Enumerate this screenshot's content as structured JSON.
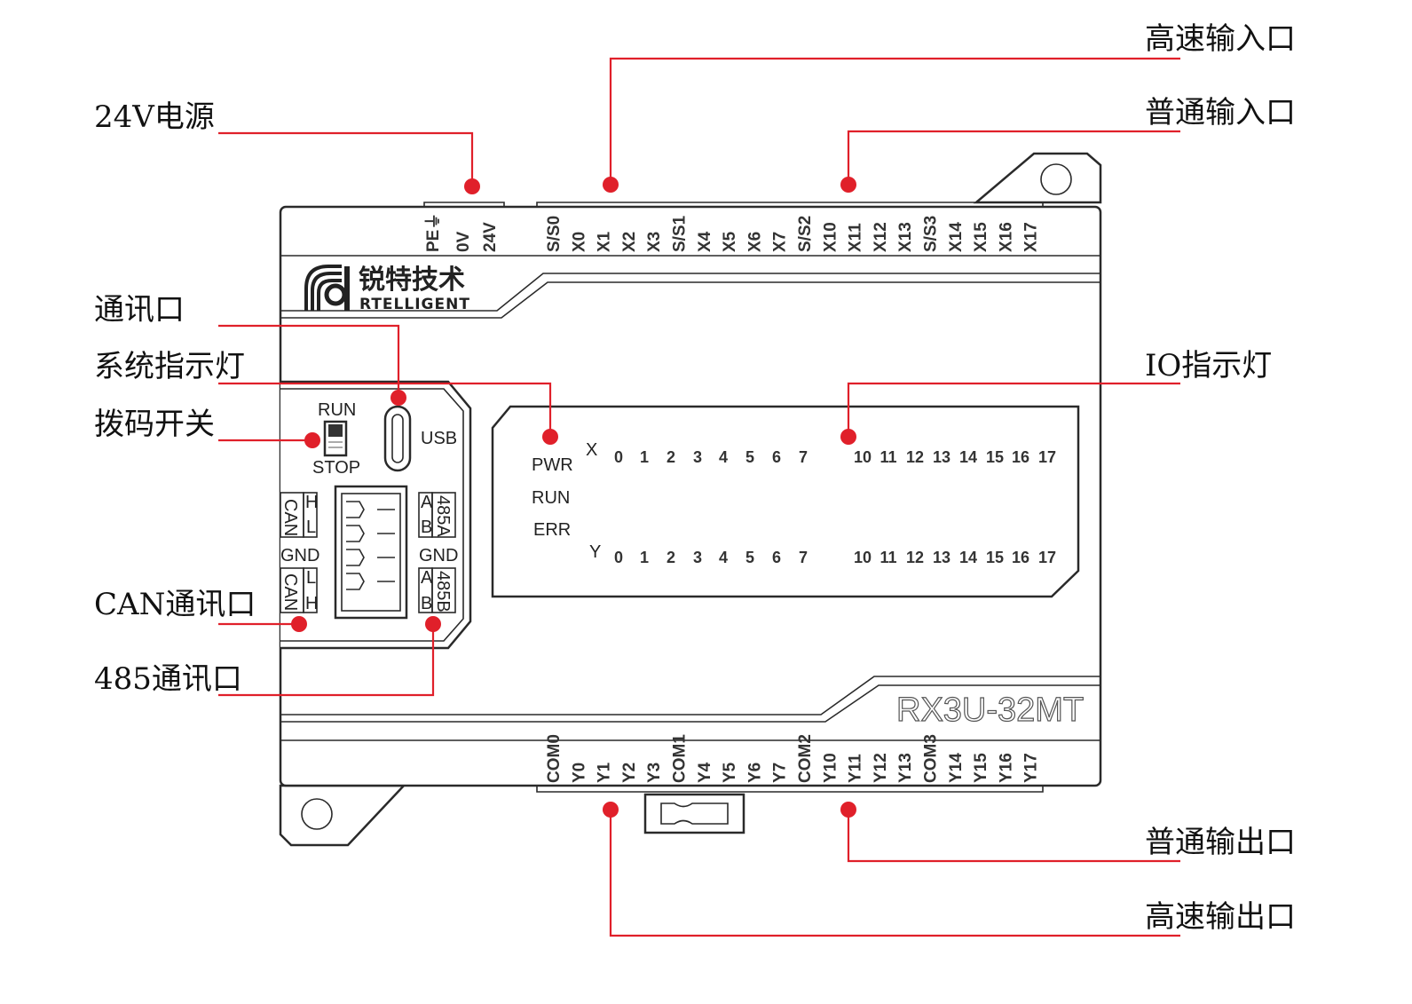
{
  "callouts": {
    "power": "24V电源",
    "comm_port": "通讯口",
    "sys_led": "系统指示灯",
    "dip_switch": "拨码开关",
    "can_port": "CAN通讯口",
    "rs485_port": "485通讯口",
    "hs_input": "高速输入口",
    "normal_input": "普通输入口",
    "io_led": "IO指示灯",
    "normal_output": "普通输出口",
    "hs_output": "高速输出口"
  },
  "power_terminals": [
    "PE⏚",
    "0V",
    "24V"
  ],
  "input_terminals": [
    "S/S0",
    "X0",
    "X1",
    "X2",
    "X3",
    "S/S1",
    "X4",
    "X5",
    "X6",
    "X7",
    "S/S2",
    "X10",
    "X11",
    "X12",
    "X13",
    "S/S3",
    "X14",
    "X15",
    "X16",
    "X17"
  ],
  "output_terminals": [
    "COM0",
    "Y0",
    "Y1",
    "Y2",
    "Y3",
    "COM1",
    "Y4",
    "Y5",
    "Y6",
    "Y7",
    "COM2",
    "Y10",
    "Y11",
    "Y12",
    "Y13",
    "COM3",
    "Y14",
    "Y15",
    "Y16",
    "Y17"
  ],
  "logo": {
    "cn": "锐特技术",
    "en": "RTELLIGENT"
  },
  "switch": {
    "run": "RUN",
    "stop": "STOP"
  },
  "usb_label": "USB",
  "can_labels": {
    "can": "CAN",
    "h": "H",
    "l": "L",
    "gnd": "GND"
  },
  "rs485_labels": {
    "a": "A",
    "b": "B",
    "port_a": "485A",
    "port_b": "485B",
    "gnd": "GND"
  },
  "led_panel": {
    "status": [
      "PWR",
      "RUN",
      "ERR"
    ],
    "x_label": "X",
    "y_label": "Y",
    "numbers": [
      "0",
      "1",
      "2",
      "3",
      "4",
      "5",
      "6",
      "7",
      "10",
      "11",
      "12",
      "13",
      "14",
      "15",
      "16",
      "17"
    ]
  },
  "model": "RX3U-32MT",
  "colors": {
    "accent": "#e0202a",
    "outline": "#2a2a2a"
  }
}
